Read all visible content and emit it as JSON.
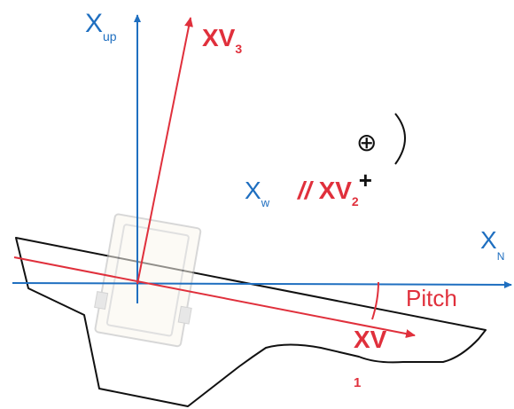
{
  "colors": {
    "axis_blue": "#1f6fc0",
    "vector_red": "#e0303c",
    "hull_black": "#111111",
    "device_gray": "#b8b8b8"
  },
  "labels": {
    "x_up_main": "X",
    "x_up_sub": "up",
    "x_north_main": "X",
    "x_north_sub": "N",
    "x_west_main": "X",
    "x_west_sub": "w",
    "xv3_main": "XV",
    "xv3_sub": "3",
    "xv2_prefix": "//",
    "xv2_main": "XV",
    "xv2_sub": "2",
    "xv2_sign": "+",
    "xv1_main": "XV",
    "xv1_sub": "1",
    "pitch": "Pitch",
    "into_page_symbol": "⊕"
  }
}
